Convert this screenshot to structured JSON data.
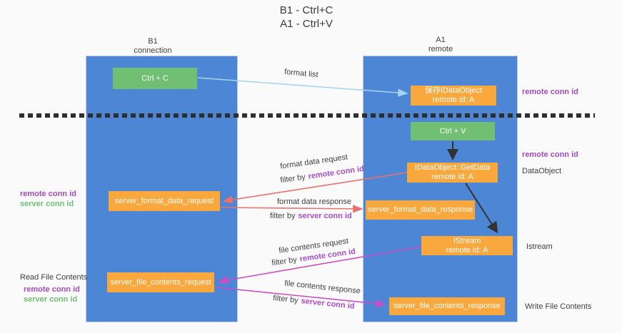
{
  "title": {
    "line1": "B1 - Ctrl+C",
    "line2": "A1 - Ctrl+V"
  },
  "lanes": {
    "left": {
      "name": "B1",
      "subtitle": "connection"
    },
    "right": {
      "name": "A1",
      "subtitle": "remote"
    }
  },
  "nodes": {
    "ctrl_c": "Ctrl + C",
    "save_idataobject": {
      "line1": "保存IDataObject",
      "line2": "remote id: A"
    },
    "ctrl_v": "Ctrl + V",
    "getdata": {
      "line1": "IDataObject::GetData",
      "line2": "remote id: A"
    },
    "server_format_data_request": "server_format_data_request",
    "server_format_data_response": "server_format_data_response",
    "istream": {
      "line1": "IStream",
      "line2": "remote id: A"
    },
    "server_file_contents_request": "server_file_contents_request",
    "server_file_contents_response": "server_file_contents_response"
  },
  "edge_labels": {
    "format_list": "format list",
    "format_data_request": "format data request",
    "format_data_response": "format data response",
    "file_contents_request": "file contents request",
    "file_contents_response": "file contents response",
    "filter_by": "filter by",
    "remote_conn_id": "remote conn id",
    "server_conn_id": "server conn id"
  },
  "side_labels": {
    "remote_conn_id_top": "remote conn id",
    "remote_conn_id_mid": "remote conn id",
    "dataobject": "DataObject",
    "istream": "Istream",
    "write_file_contents": "Write File Contents",
    "read_file_contents": "Read File Contents",
    "left_remote_conn_id": "remote conn id",
    "left_server_conn_id": "server conn id",
    "bottom_remote_conn_id": "remote conn id",
    "bottom_server_conn_id": "server conn id"
  },
  "colors": {
    "background": "#fafafa",
    "lane_blue": "#4d86d4",
    "node_green": "#70bf73",
    "node_orange": "#f8a83d",
    "arrow_lightblue": "#a7d3f2",
    "arrow_red": "#e8716b",
    "arrow_magenta": "#cb4fc5",
    "arrow_black": "#323232",
    "text_purple": "#a14cbe",
    "text_green": "#6cbf74",
    "text_dark": "#3c3c3c"
  }
}
